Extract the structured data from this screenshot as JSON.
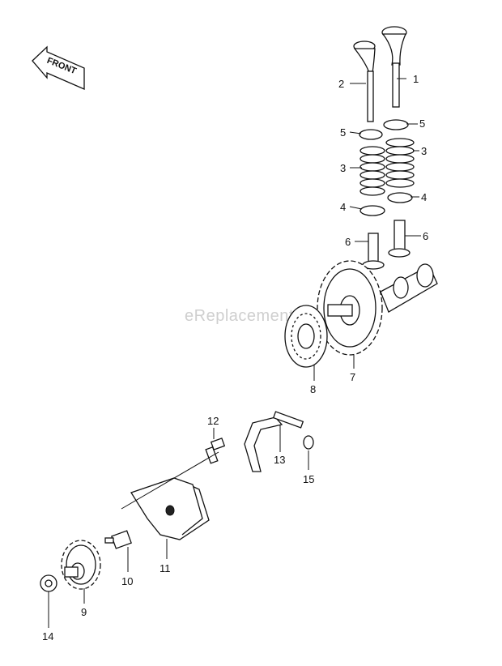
{
  "front_label": "FRONT",
  "watermark": "eReplacementParts.com",
  "callouts": [
    "1",
    "2",
    "3",
    "3",
    "4",
    "4",
    "5",
    "5",
    "6",
    "6",
    "7",
    "8",
    "9",
    "10",
    "11",
    "12",
    "13",
    "14",
    "15"
  ]
}
